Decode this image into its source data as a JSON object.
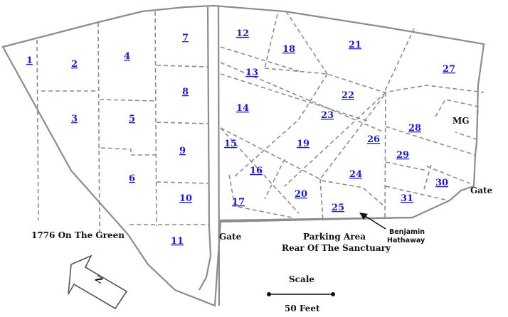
{
  "lots": [
    {
      "id": "lot-1",
      "label": "1"
    },
    {
      "id": "lot-2",
      "label": "2"
    },
    {
      "id": "lot-3",
      "label": "3"
    },
    {
      "id": "lot-4",
      "label": "4"
    },
    {
      "id": "lot-5",
      "label": "5"
    },
    {
      "id": "lot-6",
      "label": "6"
    },
    {
      "id": "lot-7",
      "label": "7"
    },
    {
      "id": "lot-8",
      "label": "8"
    },
    {
      "id": "lot-9",
      "label": "9"
    },
    {
      "id": "lot-10",
      "label": "10"
    },
    {
      "id": "lot-11",
      "label": "11"
    },
    {
      "id": "lot-12",
      "label": "12"
    },
    {
      "id": "lot-13",
      "label": "13"
    },
    {
      "id": "lot-14",
      "label": "14"
    },
    {
      "id": "lot-15",
      "label": "15"
    },
    {
      "id": "lot-16",
      "label": "16"
    },
    {
      "id": "lot-17",
      "label": "17"
    },
    {
      "id": "lot-18",
      "label": "18"
    },
    {
      "id": "lot-19",
      "label": "19"
    },
    {
      "id": "lot-20",
      "label": "20"
    },
    {
      "id": "lot-21",
      "label": "21"
    },
    {
      "id": "lot-22",
      "label": "22"
    },
    {
      "id": "lot-23",
      "label": "23"
    },
    {
      "id": "lot-24",
      "label": "24"
    },
    {
      "id": "lot-25",
      "label": "25"
    },
    {
      "id": "lot-26",
      "label": "26"
    },
    {
      "id": "lot-27",
      "label": "27"
    },
    {
      "id": "lot-28",
      "label": "28"
    },
    {
      "id": "lot-29",
      "label": "29"
    },
    {
      "id": "lot-30",
      "label": "30"
    },
    {
      "id": "lot-31",
      "label": "31"
    }
  ],
  "labels": {
    "mg": "MG",
    "gate_right": "Gate",
    "gate_bottom": "Gate",
    "green": "1776 On The Green",
    "parking_line1": "Parking Area",
    "parking_line2": "Rear Of The Sanctuary",
    "grave_line1": "Benjamin",
    "grave_line2": "Hathaway",
    "scale": "Scale",
    "scale_distance": "50 Feet",
    "north": "N"
  },
  "colors": {
    "lot_link": "#1f1fbf",
    "lines": "#8c8c8c",
    "text": "#111111"
  }
}
